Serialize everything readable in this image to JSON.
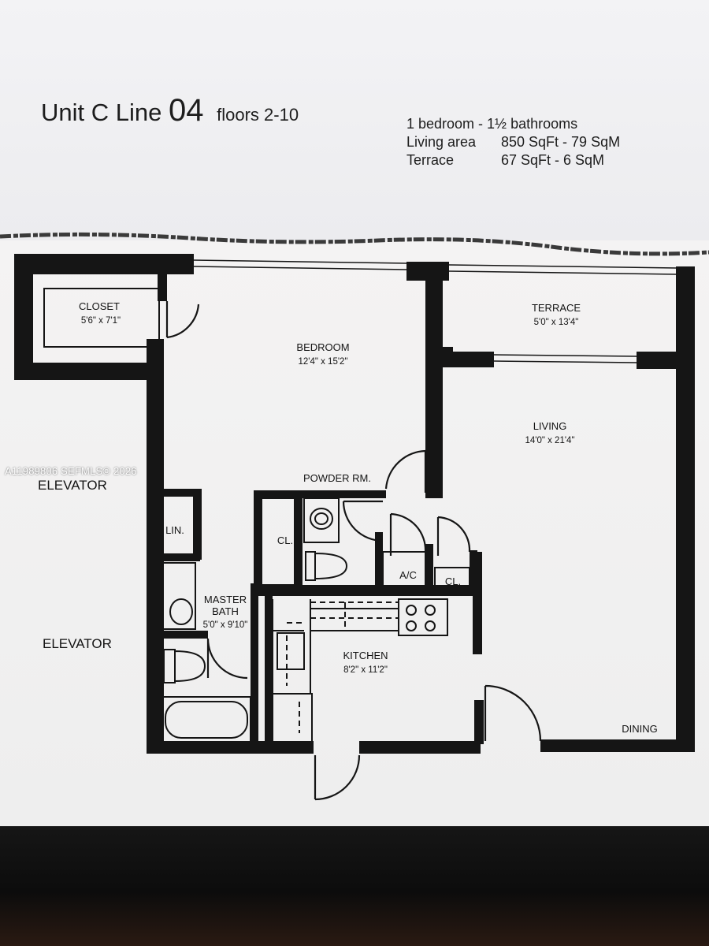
{
  "header": {
    "title_prefix": "Unit C Line",
    "line_number": "04",
    "floors": "floors 2-10"
  },
  "specs": {
    "summary": "1 bedroom - 1½ bathrooms",
    "living_label": "Living area",
    "living_value": "850 SqFt - 79 SqM",
    "terrace_label": "Terrace",
    "terrace_value": "67 SqFt -  6 SqM"
  },
  "rooms": {
    "closet": {
      "name": "CLOSET",
      "dim": "5'6\" x 7'1\""
    },
    "bedroom": {
      "name": "BEDROOM",
      "dim": "12'4\" x 15'2\""
    },
    "terrace": {
      "name": "TERRACE",
      "dim": "5'0\" x 13'4\""
    },
    "living": {
      "name": "LIVING",
      "dim": "14'0\" x 21'4\""
    },
    "powder": {
      "name": "POWDER RM."
    },
    "linen": {
      "name": "LIN."
    },
    "closet_hall": {
      "name": "CL."
    },
    "ac": {
      "name": "A/C"
    },
    "closet_kitchen": {
      "name": "CL."
    },
    "master_bath": {
      "name_line1": "MASTER",
      "name_line2": "BATH",
      "dim": "5'0\" x 9'10\""
    },
    "kitchen": {
      "name": "KITCHEN",
      "dim": "8'2\" x 11'2\""
    },
    "dining": {
      "name": "DINING"
    }
  },
  "elevators": {
    "upper": "ELEVATOR",
    "lower": "ELEVATOR"
  },
  "watermark": "A11989806  SEFMLS© 2026",
  "colors": {
    "wall": "#151515",
    "paper": "#f2f1f1",
    "background": "#111111"
  }
}
